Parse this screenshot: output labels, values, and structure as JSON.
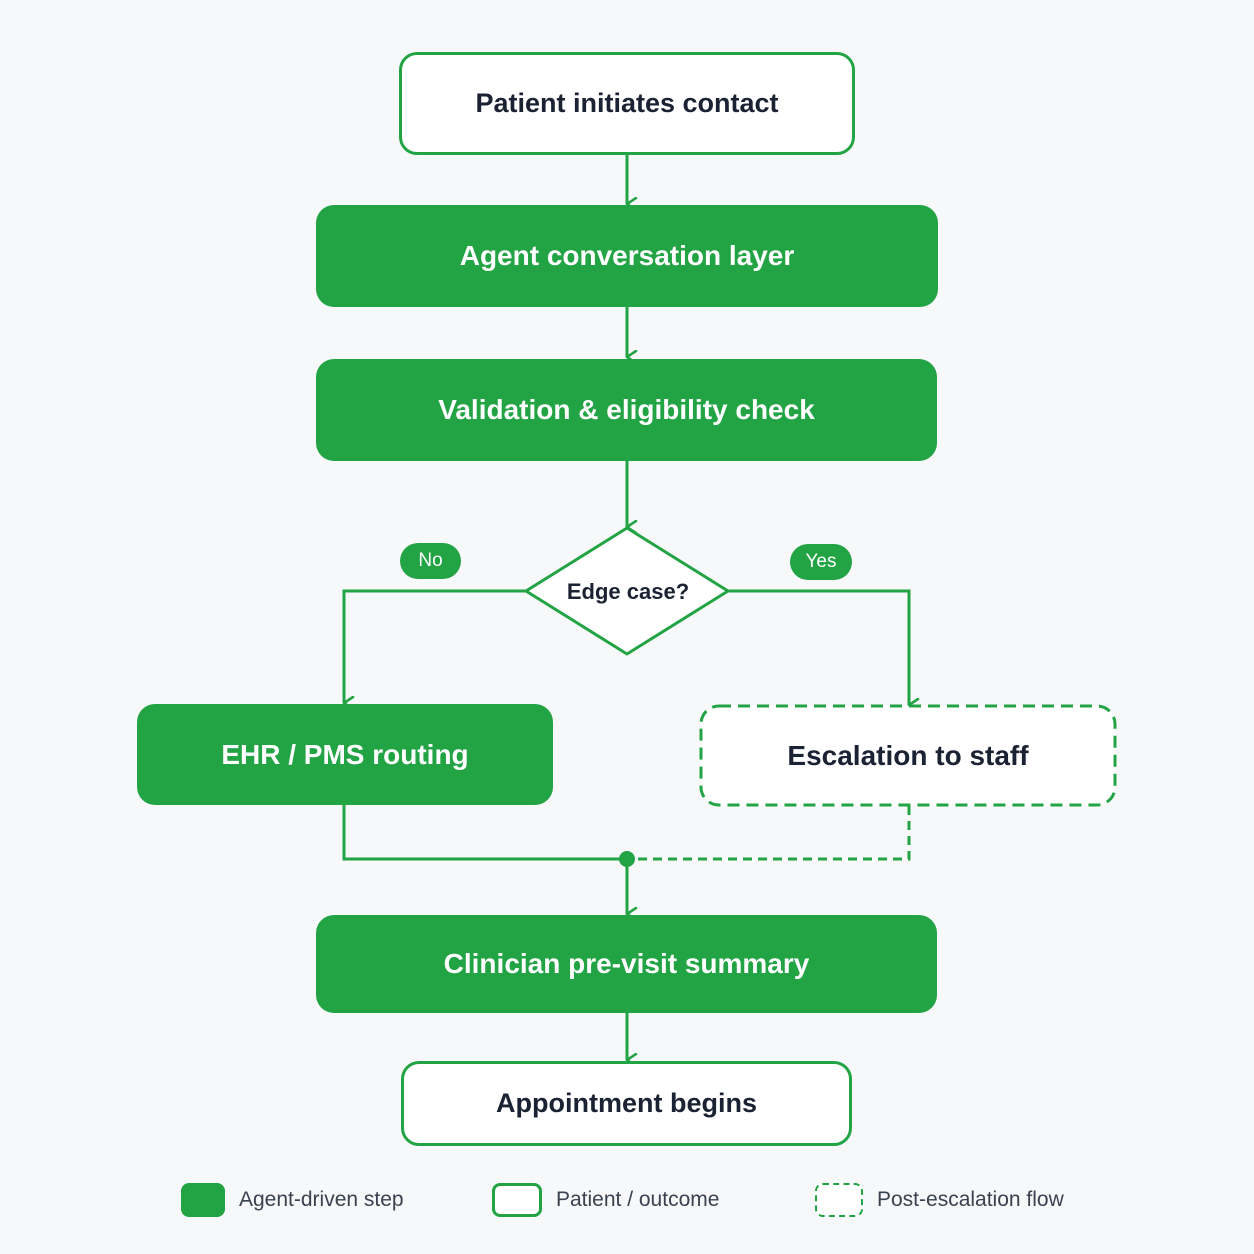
{
  "colors": {
    "accent": "#22a445",
    "text_dark": "#1a2233",
    "text_muted": "#3a4150",
    "background": "#f7f8f9"
  },
  "nodes": {
    "patient_contact": "Patient initiates contact",
    "agent_layer": "Agent conversation layer",
    "validation": "Validation & eligibility check",
    "decision": "Edge case?",
    "ehr_routing": "EHR / PMS routing",
    "escalation": "Escalation to staff",
    "clinician_summary": "Clinician pre-visit summary",
    "appointment": "Appointment begins"
  },
  "branch_labels": {
    "no": "No",
    "yes": "Yes"
  },
  "legend": {
    "agent_step": "Agent-driven step",
    "patient_outcome": "Patient / outcome",
    "post_escalation": "Post-escalation flow"
  }
}
